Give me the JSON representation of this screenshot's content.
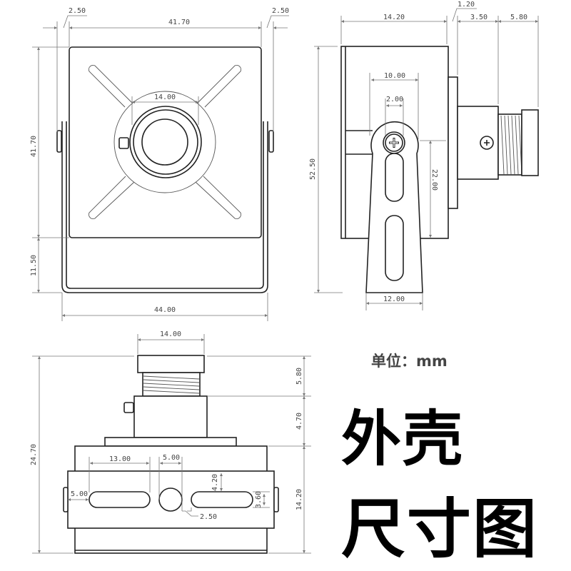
{
  "front_view": {
    "dims": {
      "left_gap": "2.50",
      "width": "41.70",
      "right_gap": "2.50",
      "height": "41.70",
      "bracket_extra": "11.50",
      "total_width": "44.00",
      "lens_diameter": "14.00"
    }
  },
  "side_view": {
    "dims": {
      "body_depth": "14.20",
      "flange": "1.20",
      "housing": "3.50",
      "lens": "5.80",
      "pivot_width": "10.00",
      "screw": "2.00",
      "slot_span": "22.00",
      "total_height": "52.50",
      "arm_bottom_width": "12.00"
    }
  },
  "bottom_view": {
    "dims": {
      "lens_width": "14.00",
      "total_height": "24.70",
      "lens": "5.80",
      "housing": "4.70",
      "body": "14.20",
      "slot_length": "13.00",
      "hole": "5.00",
      "slot_offset_top": "4.20",
      "slot_width": "3.60",
      "edge_offset": "5.00",
      "hole_gap": "2.50"
    }
  },
  "labels": {
    "unit": "单位：mm",
    "title_line1": "外壳",
    "title_line2": "尺寸图"
  }
}
